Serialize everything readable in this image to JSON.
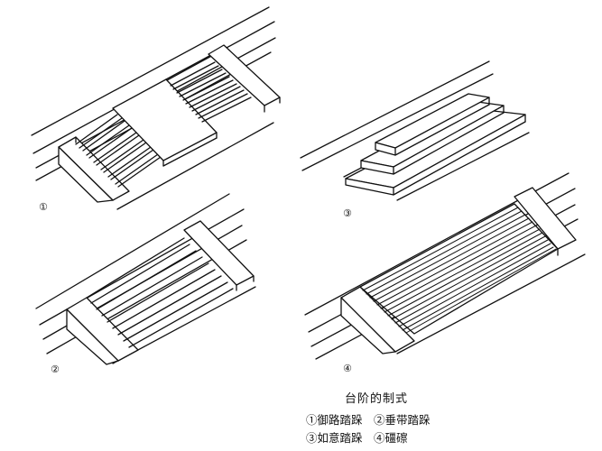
{
  "caption": {
    "title": "台阶的制式",
    "items": [
      {
        "marker": "①",
        "label": "御路踏跺"
      },
      {
        "marker": "②",
        "label": "垂带踏跺"
      },
      {
        "marker": "③",
        "label": "如意踏跺"
      },
      {
        "marker": "④",
        "label": "礓䃰"
      }
    ]
  },
  "figure_markers": [
    "①",
    "②",
    "③",
    "④"
  ],
  "colors": {
    "line": "#111111",
    "background": "#ffffff"
  }
}
